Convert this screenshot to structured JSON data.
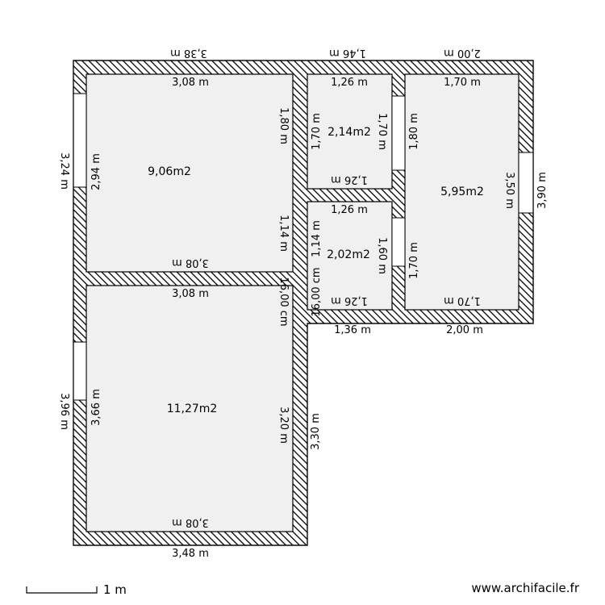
{
  "rooms": {
    "room_top_left": {
      "area": "9,06m2"
    },
    "room_bottom_left": {
      "area": "11,27m2"
    },
    "room_top_middle": {
      "area": "2,14m2"
    },
    "room_bottom_middle": {
      "area": "2,02m2"
    },
    "room_right": {
      "area": "5,95m2"
    }
  },
  "dimensions": {
    "top_left_outer": "3,38 m",
    "top_middle_outer": "1,46 m",
    "top_right_outer": "2,00 m",
    "room1_top_inner": "3,08 m",
    "room1_bottom_inner": "3,08 m",
    "room1_right_upper": "1,80 m",
    "room1_right_lower": "1,14 m",
    "room1_left_inner": "2,94 m",
    "left_upper_outer": "3,24 m",
    "room2_top_inner": "3,08 m",
    "room2_bottom_inner": "3,08 m",
    "room2_left_inner": "3,66 m",
    "room2_right_inner": "3,20 m",
    "left_lower_outer": "3,96 m",
    "bottom_outer": "3,48 m",
    "middle_right_outer": "3,30 m",
    "wall_thickness": "16,00 cm",
    "room3_top": "1,26 m",
    "room3_bottom": "1,26 m",
    "room3_left": "1,70 m",
    "room3_right": "1,70 m",
    "room4_top": "1,26 m",
    "room4_bottom": "1,26 m",
    "room4_left": "1,14 m",
    "room4_right": "1,60 m",
    "room4_wall_mid": "16,00 cm",
    "room5_top": "1,70 m",
    "room5_bottom": "1,70 m",
    "room5_left_upper": "1,80 m",
    "room5_left_lower": "1,70 m",
    "room5_right_inner": "3,50 m",
    "right_outer": "3,90 m",
    "bottom_middle_outer": "1,36 m",
    "bottom_right_outer": "2,00 m"
  },
  "scale": {
    "label": "1 m"
  },
  "watermark": "www.archifacile.fr"
}
